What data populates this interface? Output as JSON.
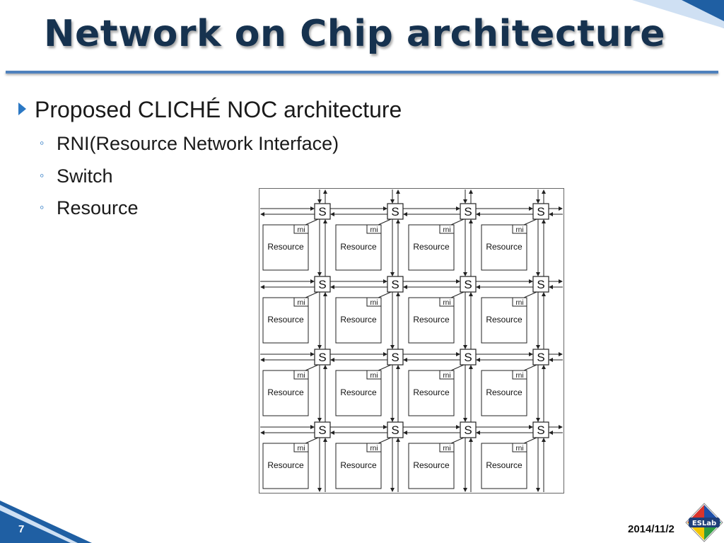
{
  "slide": {
    "title": "Network on Chip architecture",
    "bullet": "Proposed CLICHÉ NOC architecture",
    "sub_items": [
      "RNI(Resource Network Interface)",
      "Switch",
      "Resource"
    ],
    "page_number": "7",
    "date": "2014/11/2"
  },
  "diagram": {
    "rows": 4,
    "cols": 4,
    "switch_label": "S",
    "rni_label": "rni",
    "resource_label": "Resource"
  },
  "logo": {
    "text": "ESLab"
  },
  "colors": {
    "title": "#16324f",
    "accent": "#4f81bd",
    "bullet": "#2b78c4",
    "corner": "#1f5fa3"
  }
}
